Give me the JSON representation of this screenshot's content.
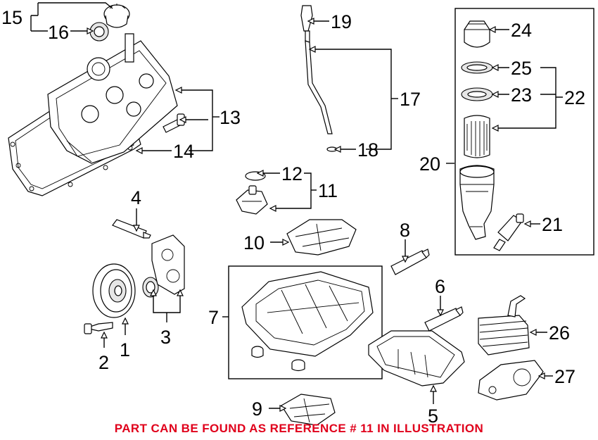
{
  "labels": {
    "l1": "1",
    "l2": "2",
    "l3": "3",
    "l4": "4",
    "l5": "5",
    "l6": "6",
    "l7": "7",
    "l8": "8",
    "l9": "9",
    "l10": "10",
    "l11": "11",
    "l12": "12",
    "l13": "13",
    "l14": "14",
    "l15": "15",
    "l16": "16",
    "l17": "17",
    "l18": "18",
    "l19": "19",
    "l20": "20",
    "l21": "21",
    "l22": "22",
    "l23": "23",
    "l24": "24",
    "l25": "25",
    "l26": "26",
    "l27": "27"
  },
  "caption": "PART CAN BE FOUND AS REFERENCE # 11 IN ILLUSTRATION",
  "colors": {
    "caption": "#e0001b",
    "line": "#000000",
    "background": "#ffffff"
  }
}
